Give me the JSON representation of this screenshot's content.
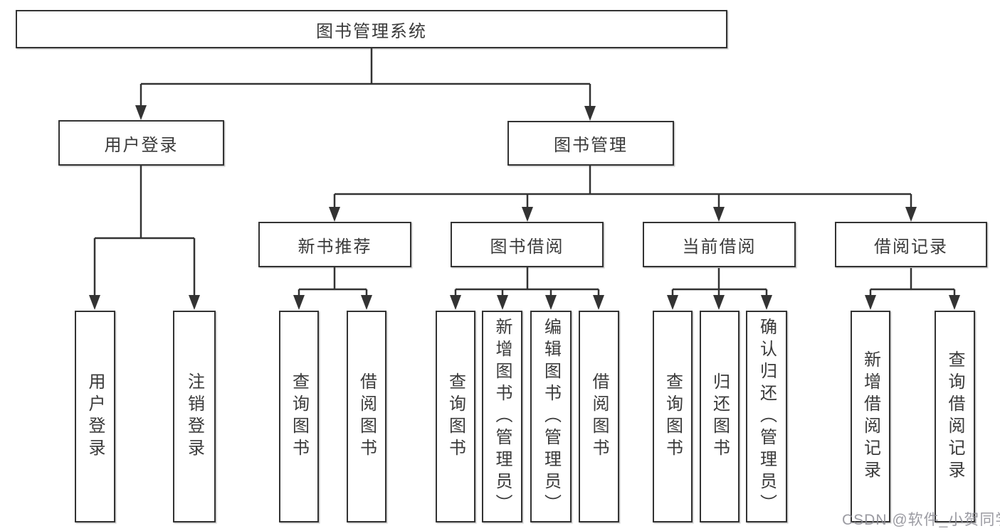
{
  "tree": {
    "label": "图书管理系统",
    "children": [
      {
        "label": "用户登录",
        "children": [
          {
            "label": "用户登录"
          },
          {
            "label": "注销登录"
          }
        ]
      },
      {
        "label": "图书管理",
        "children": [
          {
            "label": "新书推荐",
            "children": [
              {
                "label": "查询图书"
              },
              {
                "label": "借阅图书"
              }
            ]
          },
          {
            "label": "图书借阅",
            "children": [
              {
                "label": "查询图书"
              },
              {
                "label": "新增图书（管理员）"
              },
              {
                "label": "编辑图书（管理员）"
              },
              {
                "label": "借阅图书"
              }
            ]
          },
          {
            "label": "当前借阅",
            "children": [
              {
                "label": "查询图书"
              },
              {
                "label": "归还图书"
              },
              {
                "label": "确认归还（管理员）"
              }
            ]
          },
          {
            "label": "借阅记录",
            "children": [
              {
                "label": "新增借阅记录"
              },
              {
                "label": "查询借阅记录"
              }
            ]
          }
        ]
      }
    ]
  },
  "watermark": {
    "text": "CSDN @软件_小贺同学"
  },
  "colors": {
    "line": "#333333",
    "box_border": "#333333",
    "box_background": "#ffffff",
    "text": "#3a3a3a",
    "watermark": "#8a8a92"
  }
}
